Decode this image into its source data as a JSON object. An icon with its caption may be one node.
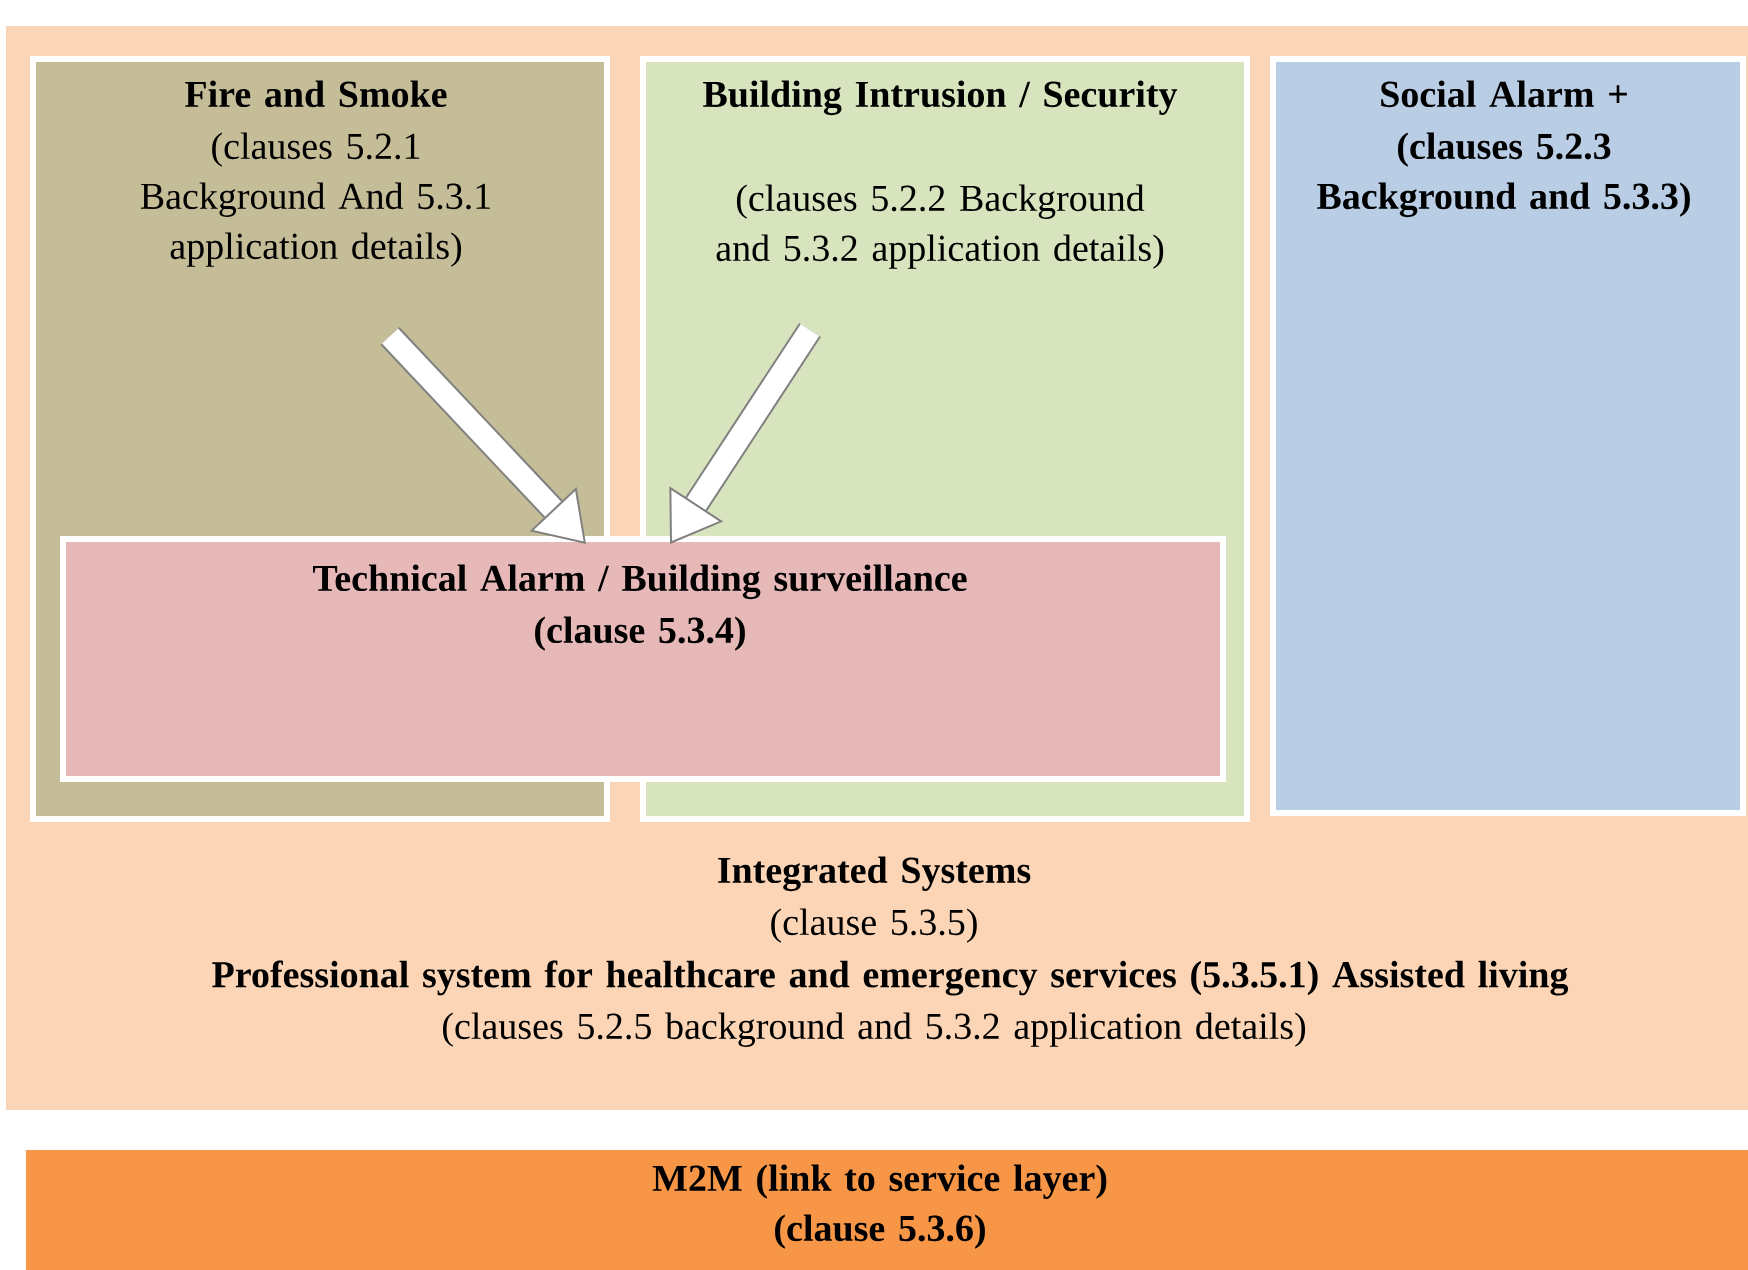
{
  "diagram": {
    "nodes": [
      {
        "text": [
          "Integrated Systems",
          "(clause 5.3.5)",
          "**Professional system for healthcare and emergency services** (5.3.5.1) Assisted living",
          "(clauses 5.2.5 background and 5.3.2 application details)"
        ]
      },
      {
        "text": [
          "Fire and Smoke",
          "(clauses 5.2.1 Background And 5.3.1 application details)"
        ],
        "in": 0
      },
      {
        "text": [
          "Building Intrusion / Security",
          "(clauses 5.2.2 Background and 5.3.2 application details)"
        ],
        "in": 0
      },
      {
        "text": [
          "Social Alarm +",
          "(clauses 5.2.3 Background and 5.3.3)"
        ],
        "in": 0
      },
      {
        "text": [
          "Technical Alarm / Building surveillance",
          "(clause 5.3.4)"
        ],
        "in": 0
      },
      {
        "text": [
          "M2M (link to service layer)",
          "(clause 5.3.6)"
        ]
      }
    ],
    "edges": [
      {
        "from": 1,
        "to": 4,
        "arrow": "to"
      },
      {
        "from": 2,
        "to": 4,
        "arrow": "to"
      }
    ]
  }
}
